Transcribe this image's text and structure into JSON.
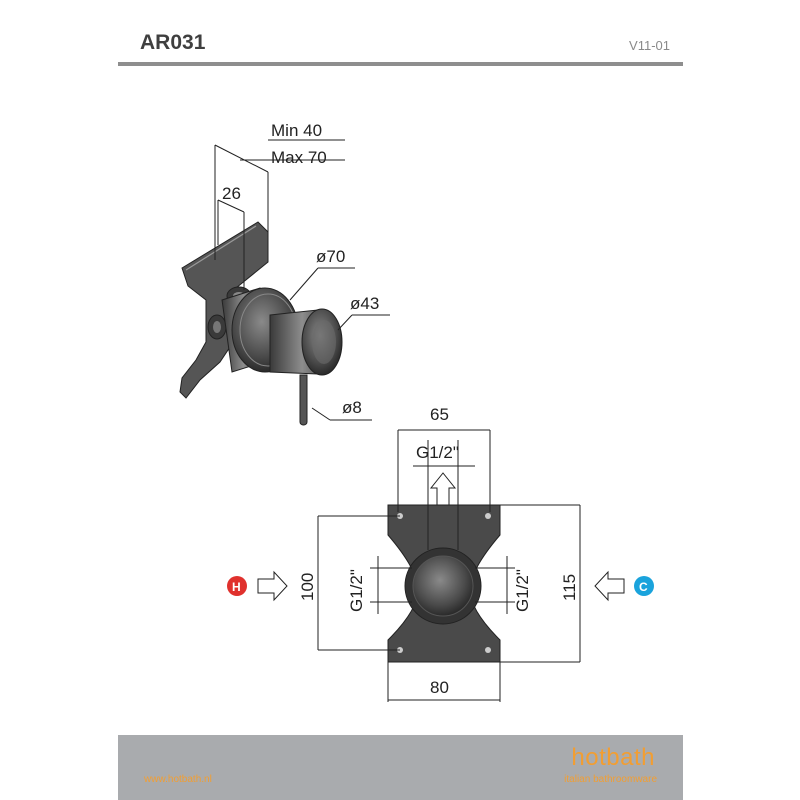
{
  "header": {
    "title": "AR031",
    "version": "V11-01"
  },
  "drawing": {
    "iso_view": {
      "dim_min": "Min 40",
      "dim_max": "Max 70",
      "dim_26": "26",
      "dim_dia70": "ø70",
      "dim_dia43": "ø43",
      "dim_dia8": "ø8"
    },
    "front_view": {
      "dim_width_top": "65",
      "outlet_top": "G1/2\"",
      "inlet_left": "G1/2\"",
      "inlet_right": "G1/2\"",
      "dim_height_left": "100",
      "dim_height_right": "115",
      "dim_width_bottom": "80",
      "hot_label": "H",
      "cold_label": "C"
    }
  },
  "colors": {
    "hot": "#e0312d",
    "cold": "#1aa3dc",
    "brand": "#f29e32",
    "footer_bg": "#a9abae",
    "metal_dark": "#4a4a4a"
  },
  "footer": {
    "url": "www.hotbath.nl",
    "brand": "hotbath",
    "tagline": "italian bathroomware"
  }
}
